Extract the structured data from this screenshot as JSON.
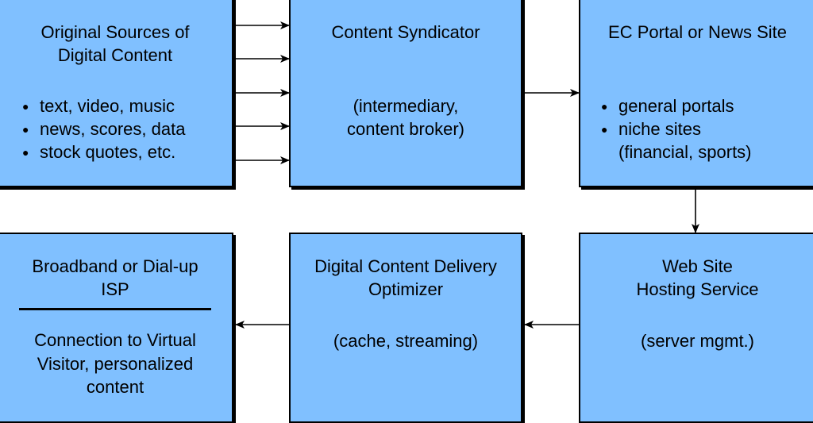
{
  "colors": {
    "box_fill": "#80c0ff",
    "box_border": "#000000",
    "arrow": "#000000"
  },
  "boxes": {
    "sources": {
      "title": [
        "Original Sources of",
        "Digital Content"
      ],
      "bullets": [
        "text, video, music",
        "news, scores, data",
        "stock quotes, etc."
      ]
    },
    "syndicator": {
      "title": [
        "Content Syndicator"
      ],
      "body": [
        "(intermediary,",
        "content broker)"
      ]
    },
    "portal": {
      "title": [
        "EC Portal or News Site"
      ],
      "bullets": [
        "general portals",
        "niche sites"
      ],
      "body": [
        "(financial, sports)"
      ]
    },
    "hosting": {
      "title": [
        "Web Site",
        "Hosting Service"
      ],
      "body": [
        "(server mgmt.)"
      ]
    },
    "optimizer": {
      "title": [
        "Digital Content Delivery",
        "Optimizer"
      ],
      "body": [
        "(cache, streaming)"
      ]
    },
    "isp": {
      "title": [
        "Broadband or Dial-up",
        "ISP"
      ],
      "body": [
        "Connection to Virtual",
        "Visitor, personalized",
        "content"
      ]
    }
  }
}
